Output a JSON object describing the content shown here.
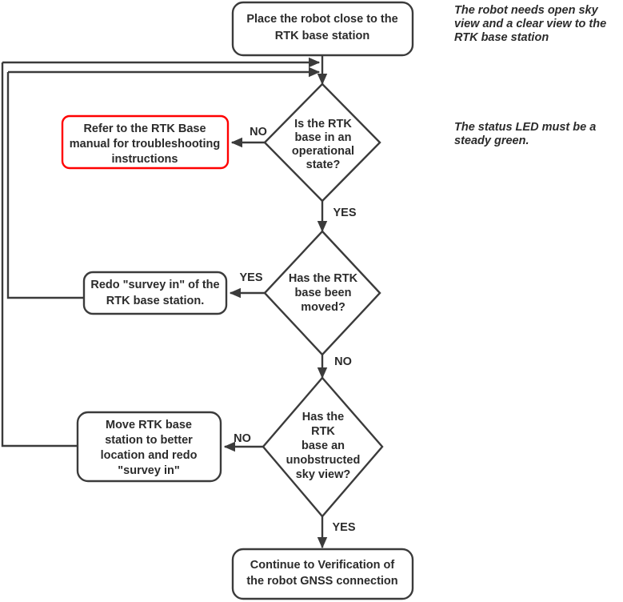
{
  "diagram": {
    "title": "RTK base station setup flowchart",
    "type": "flowchart",
    "colors": {
      "stroke": "#3b3b3b",
      "text": "#2b2b2b",
      "warning_border": "#ff0000",
      "background": "#ffffff"
    }
  },
  "nodes": {
    "start": {
      "shape": "rounded-rectangle",
      "lines": [
        "Place the robot close to the",
        "RTK base station"
      ]
    },
    "decision_operational": {
      "shape": "diamond",
      "lines": [
        "Is the RTK",
        "base in an",
        "operational",
        "state?"
      ]
    },
    "action_refer_manual": {
      "shape": "rounded-rectangle",
      "border_color": "#ff0000",
      "lines": [
        "Refer to the RTK Base",
        "manual for troubleshooting",
        "instructions"
      ]
    },
    "decision_moved": {
      "shape": "diamond",
      "lines": [
        "Has the RTK",
        "base been",
        "moved?"
      ]
    },
    "action_redo_survey": {
      "shape": "rounded-rectangle",
      "lines": [
        "Redo \"survey in\" of the",
        "RTK base station."
      ]
    },
    "decision_sky_view": {
      "shape": "diamond",
      "lines": [
        "Has the",
        "RTK",
        "base an",
        "unobstructed",
        "sky view?"
      ]
    },
    "action_move_base": {
      "shape": "rounded-rectangle",
      "lines": [
        "Move RTK base",
        "station to better",
        "location and redo",
        "\"survey in\""
      ]
    },
    "end": {
      "shape": "rounded-rectangle",
      "lines": [
        "Continue to Verification of",
        "the robot GNSS connection"
      ]
    }
  },
  "edge_labels": {
    "operational_no": "NO",
    "operational_yes": "YES",
    "moved_yes": "YES",
    "moved_no": "NO",
    "skyview_no": "NO",
    "skyview_yes": "YES"
  },
  "notes": {
    "note_open_sky": [
      "The robot needs open sky",
      "view and a clear view to the",
      "RTK base station"
    ],
    "note_status_led": [
      "The status LED  must be a",
      "steady green."
    ]
  }
}
